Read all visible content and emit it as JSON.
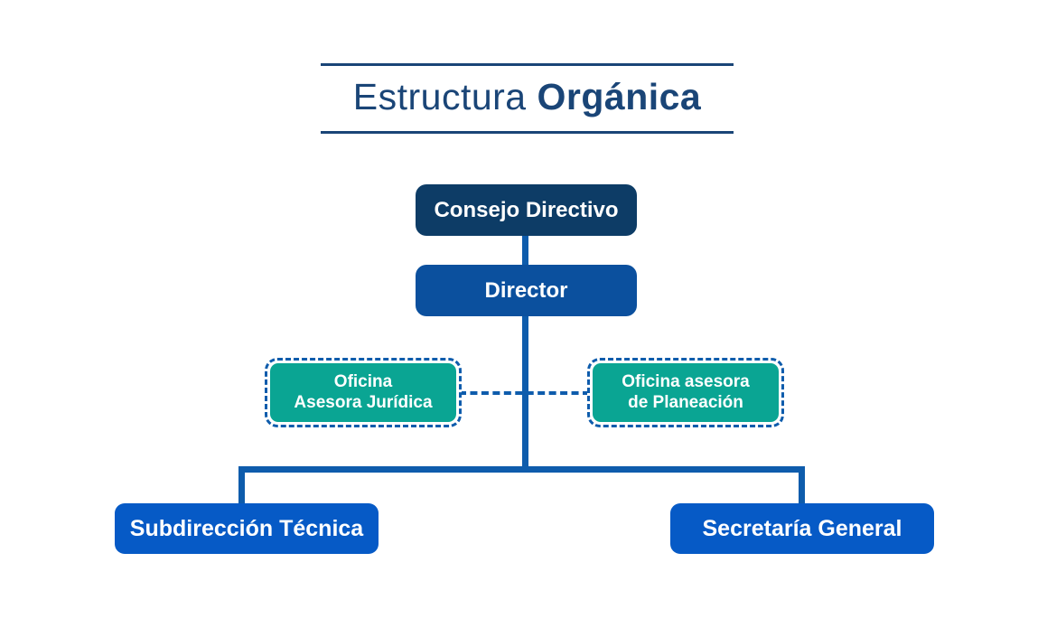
{
  "title": {
    "normal": "Estructura ",
    "bold": "Orgánica"
  },
  "nodes": {
    "consejo": {
      "label": "Consejo Directivo"
    },
    "director": {
      "label": "Director"
    },
    "juridica": {
      "line1": "Oficina",
      "line2": "Asesora Jurídica"
    },
    "planeacion": {
      "line1": "Oficina asesora",
      "line2": "de Planeación"
    },
    "subdireccion": {
      "label": "Subdirección Técnica"
    },
    "secretaria": {
      "label": "Secretaría General"
    }
  },
  "colors": {
    "navy": "#1a4577",
    "consejo": "#0d3c66",
    "director": "#0b509e",
    "bottom": "#065ac6",
    "teal": "#0aa593",
    "line": "#0e5cac",
    "text-light": "#ffffff"
  }
}
